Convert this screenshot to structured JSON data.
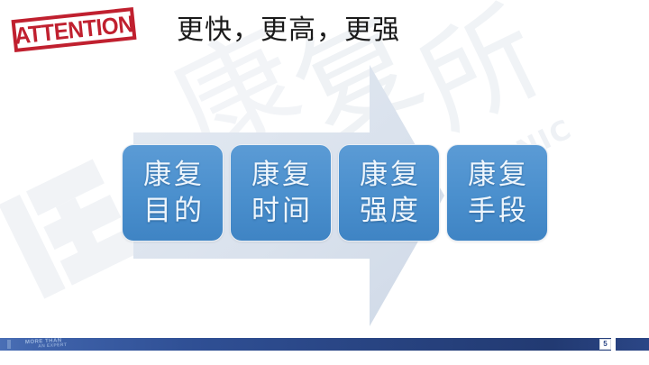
{
  "slide": {
    "title": "更快，更高，更强",
    "stamp": {
      "label": "ATTENTION",
      "color": "#c0202f"
    },
    "accent_color": "#5b9bd5",
    "arrow_color": "#dde4ee",
    "steps": [
      {
        "name": "rehab-purpose",
        "line1": "康复",
        "line2": "目的"
      },
      {
        "name": "rehab-time",
        "line1": "康复",
        "line2": "时间"
      },
      {
        "name": "rehab-intensity",
        "line1": "康复",
        "line2": "强度"
      },
      {
        "name": "rehab-method",
        "line1": "康复",
        "line2": "手段"
      }
    ],
    "watermarks": {
      "char1": "康",
      "char2": "复",
      "char3": "所",
      "latin": "NIC"
    },
    "footer": {
      "brand_line1": "MORE THAN",
      "brand_line2": "AN EXPERT",
      "page_number": "5",
      "bar_color": "#27427f"
    }
  }
}
